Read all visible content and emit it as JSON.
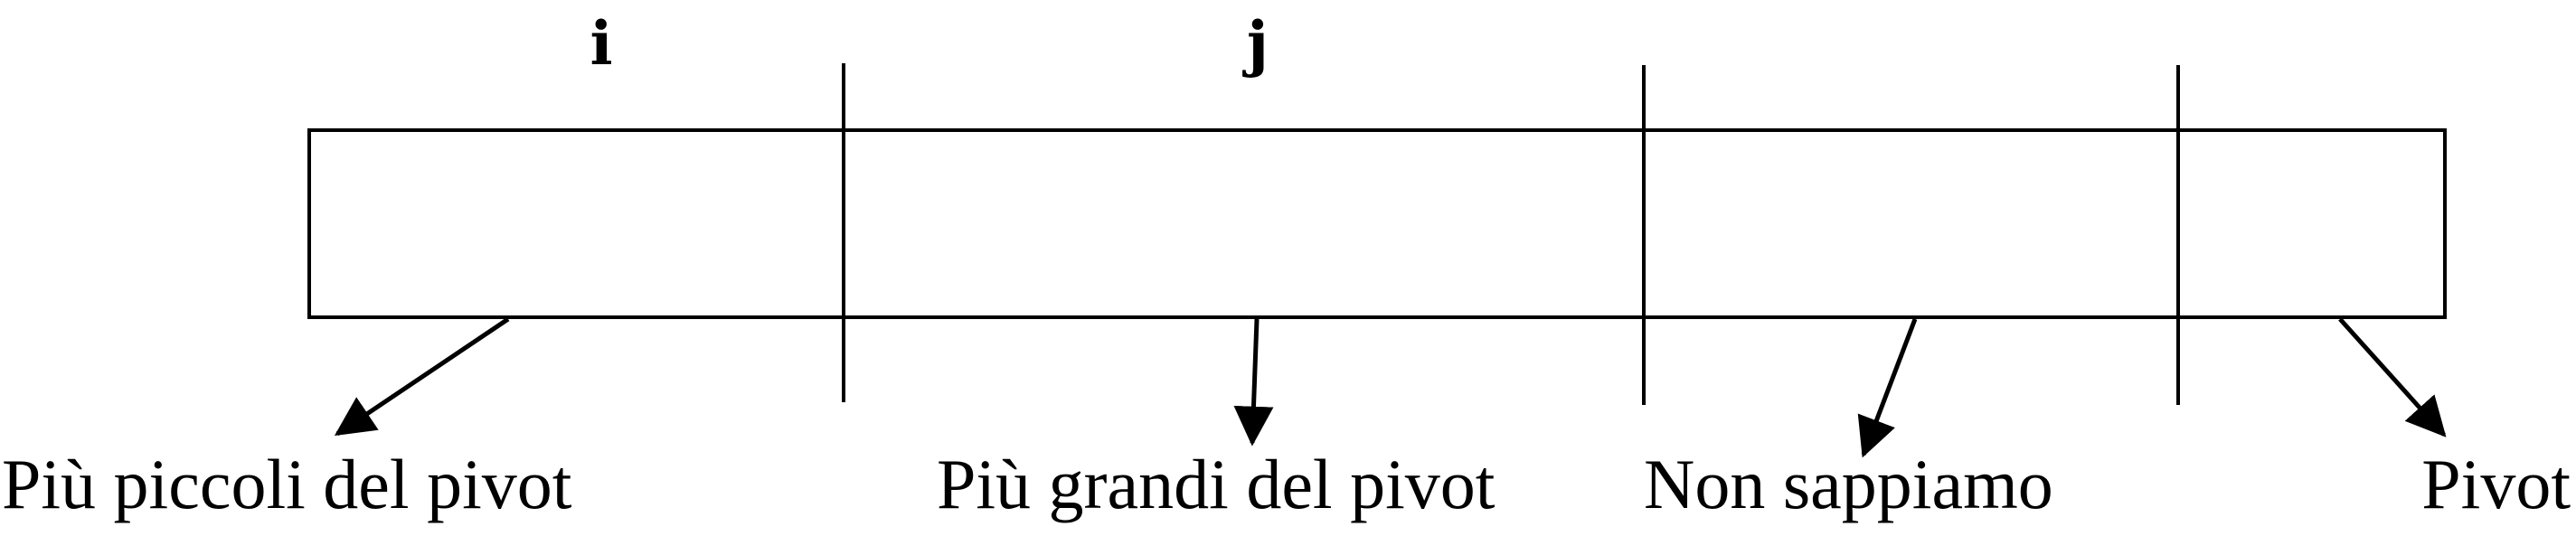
{
  "diagram": {
    "markers": {
      "i": "i",
      "j": "j"
    },
    "labels": {
      "smaller": "Più piccoli del pivot",
      "larger": "Più grandi del pivot",
      "unknown": "Non sappiamo",
      "pivot": "Pivot"
    },
    "colors": {
      "stroke": "#000000",
      "background": "#ffffff"
    }
  }
}
